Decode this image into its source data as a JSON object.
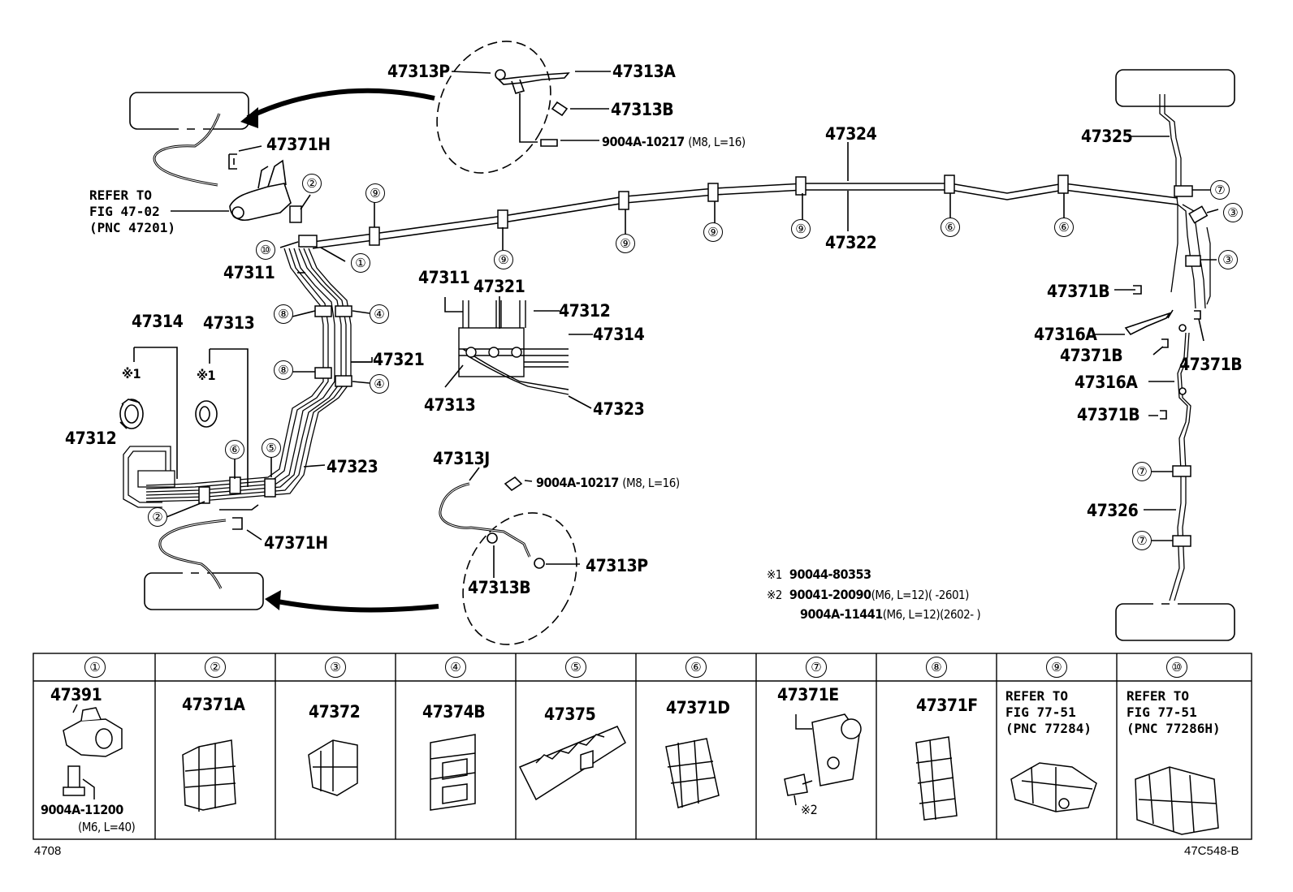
{
  "labels": {
    "p47313P_top": "47313P",
    "p47313A": "47313A",
    "p47313B_top": "47313B",
    "bolt_top_pn": "9004A-10217",
    "bolt_top_spec": "(M8, L=16)",
    "p47324": "47324",
    "p47325": "47325",
    "p47371H_top": "47371H",
    "p47322": "47322",
    "p47311_main": "47311",
    "p47311_detail": "47311",
    "p47321_detail": "47321",
    "p47312_detail": "47312",
    "p47314_detail": "47314",
    "p47313_detail": "47313",
    "p47323_detail": "47323",
    "p47314": "47314",
    "p47313": "47313",
    "p47321": "47321",
    "p47312": "47312",
    "p47323": "47323",
    "p47371H_bot": "47371H",
    "p47313J": "47313J",
    "bolt_bot_pn": "9004A-10217",
    "bolt_bot_spec": "(M8, L=16)",
    "p47313B_bot": "47313B",
    "p47313P_bot": "47313P",
    "p47371B_1": "47371B",
    "p47316A_1": "47316A",
    "p47371B_2": "47371B",
    "p47371B_3": "47371B",
    "p47316A_2": "47316A",
    "p47371B_4": "47371B",
    "p47326": "47326",
    "star1_a": "※1",
    "star1_b": "※1",
    "refer_main": "REFER TO\nFIG 47-02\n(PNC 47201)"
  },
  "notes": {
    "n1_mark": "※1",
    "n1_pn": "90044-80353",
    "n2_mark": "※2",
    "n2_pn": "90041-20090",
    "n2_spec": "(M6, L=12)(      -2601)",
    "n3_pn": "9004A-11441",
    "n3_spec": "(M6, L=12)(2602-      )"
  },
  "table": {
    "cells": [
      {
        "num": "①",
        "part": "47391",
        "extra_pn": "9004A-11200",
        "extra_spec": "(M6, L=40)"
      },
      {
        "num": "②",
        "part": "47371A"
      },
      {
        "num": "③",
        "part": "47372"
      },
      {
        "num": "④",
        "part": "47374B"
      },
      {
        "num": "⑤",
        "part": "47375"
      },
      {
        "num": "⑥",
        "part": "47371D"
      },
      {
        "num": "⑦",
        "part": "47371E",
        "extra_mark": "※2"
      },
      {
        "num": "⑧",
        "part": "47371F"
      },
      {
        "num": "⑨",
        "ref": "REFER TO\nFIG 77-51\n(PNC 77284)"
      },
      {
        "num": "⑩",
        "ref": "REFER TO\nFIG 77-51\n(PNC 77286H)"
      }
    ]
  },
  "callouts": [
    "①",
    "②",
    "③",
    "④",
    "⑤",
    "⑥",
    "⑦",
    "⑧",
    "⑨",
    "⑩"
  ],
  "corner_left": "4708",
  "corner_right": "47C548-B"
}
